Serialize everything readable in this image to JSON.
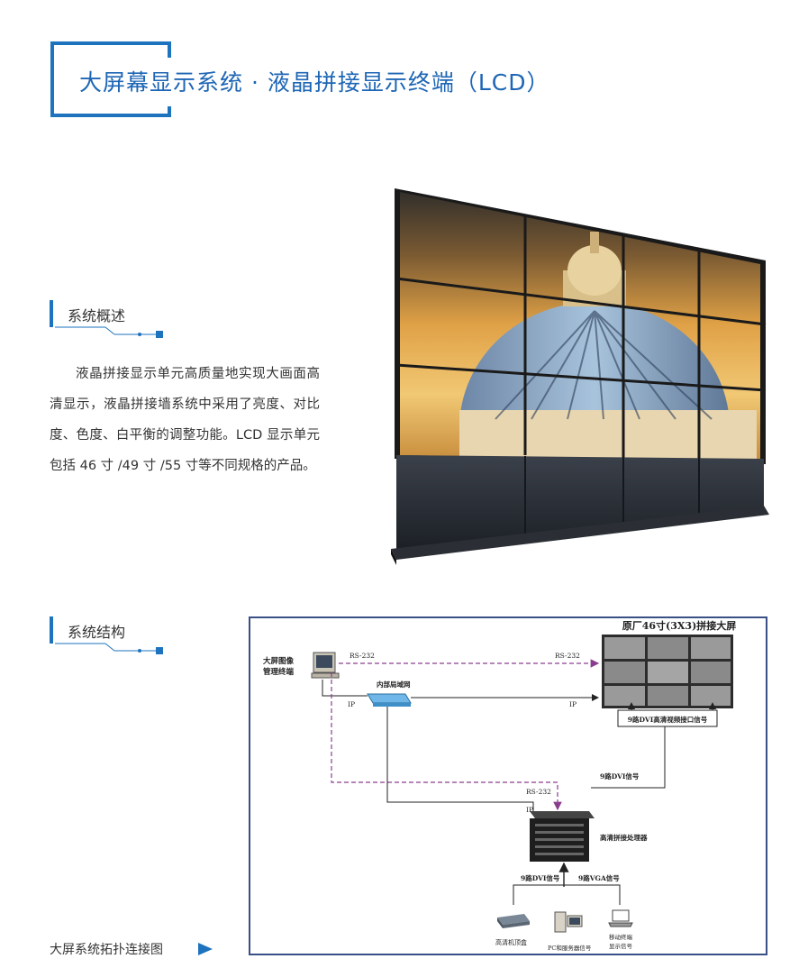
{
  "page": {
    "title": "大屏幕显示系统 · 液晶拼接显示终端（LCD）"
  },
  "overview": {
    "heading": "系统概述",
    "body": "液晶拼接显示单元高质量地实现大画面高清显示，液晶拼接墙系统中采用了亮度、对比度、色度、白平衡的调整功能。LCD 显示单元包括 46 寸 /49 寸 /55 寸等不同规格的产品。"
  },
  "structure": {
    "heading": "系统结构"
  },
  "diagram": {
    "wall_title": "原厂46寸(3X3)拼接大屏",
    "terminal_label_1": "大屏图像",
    "terminal_label_2": "管理终端",
    "rs232_a": "RS-232",
    "rs232_b": "RS-232",
    "rs232_c": "RS-232",
    "lan_label": "内部局域网",
    "ip_a": "IP",
    "ip_b": "IP",
    "ip_c": "IP",
    "dvi_interface": "9路DVI高清视频接口信号",
    "dvi_signal": "9路DVI信号",
    "processor_label": "高清拼接处理器",
    "input_dvi": "9路DVI信号",
    "input_vga": "9路VGA信号",
    "src_settop": "高清机顶盒",
    "src_pc": "PC和服务器信号",
    "src_mobile_1": "移动终端",
    "src_mobile_2": "显示信号"
  },
  "caption": "大屏系统拓扑连接图",
  "colors": {
    "accent": "#1e73be",
    "dashed": "#8a3d8f"
  }
}
